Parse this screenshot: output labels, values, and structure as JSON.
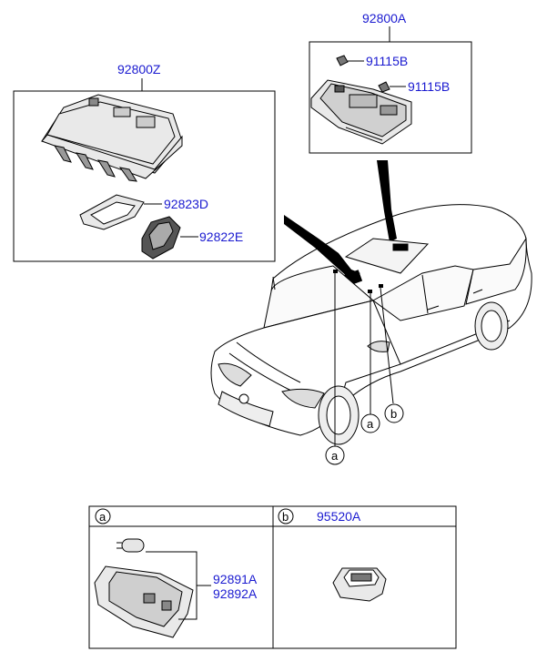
{
  "labels": {
    "overhead_console": "92800Z",
    "lens": "92823D",
    "cover": "92822E",
    "room_lamp": "92800A",
    "bulb_1": "91115B",
    "bulb_2": "91115B",
    "lamp_a_1": "92891A",
    "lamp_a_2": "92892A",
    "switch_b": "95520A"
  },
  "callouts": {
    "a": "a",
    "b": "b"
  }
}
